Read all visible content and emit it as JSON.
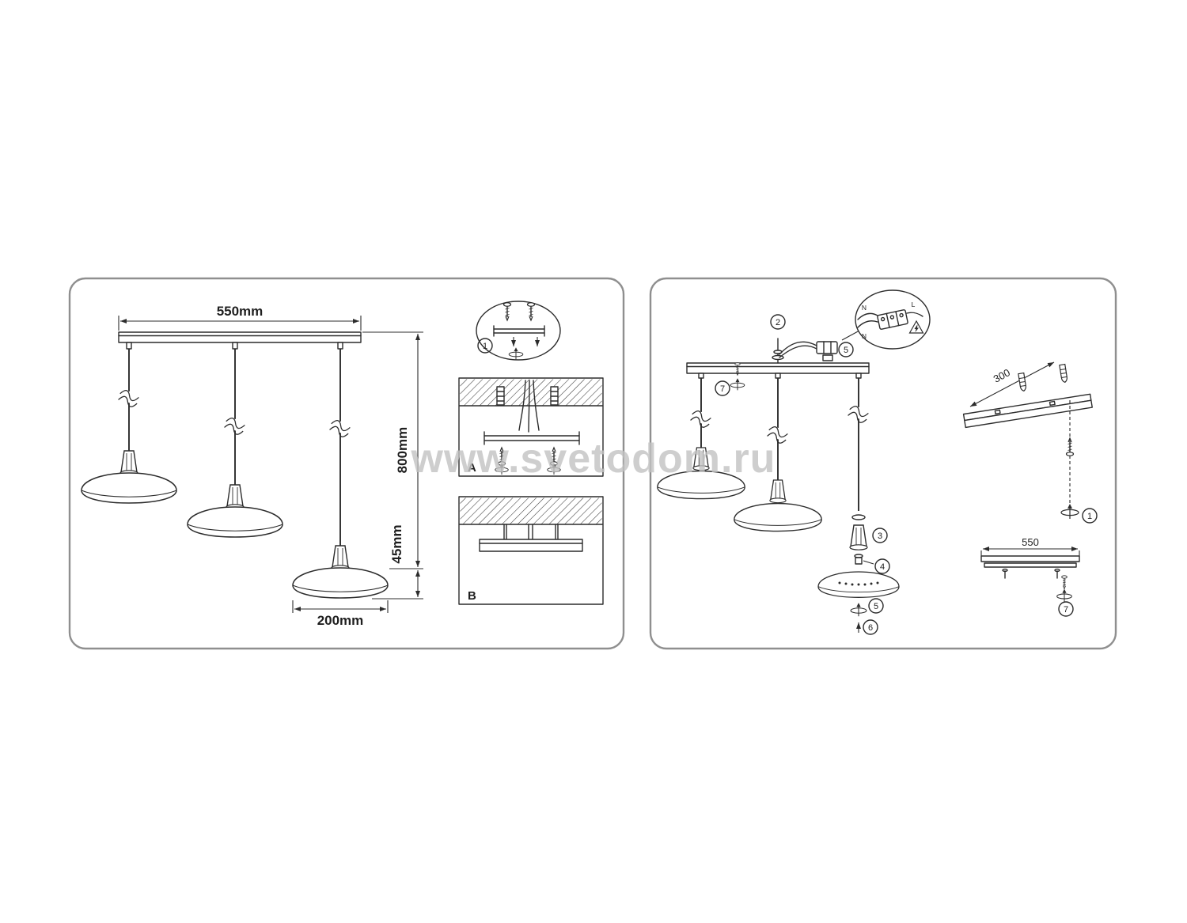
{
  "watermark": "www.svetodom.ru",
  "left_panel": {
    "dimensions": {
      "bar_width": "550mm",
      "drop_height": "800mm",
      "shade_height": "45mm",
      "shade_diameter": "200mm"
    },
    "detail_labels": {
      "a": "A",
      "b": "B"
    },
    "callouts": {
      "step1": "1"
    }
  },
  "right_panel": {
    "callouts": {
      "step1": "1",
      "step2": "2",
      "step3": "3",
      "step4": "4",
      "step5": "5",
      "step6": "6",
      "step7": "7"
    },
    "dimensions": {
      "rail_length": "300",
      "bracket_length": "550"
    },
    "wiring_labels": {
      "neutral_top": "N",
      "line_top": "L",
      "neutral_bottom": "N"
    }
  }
}
